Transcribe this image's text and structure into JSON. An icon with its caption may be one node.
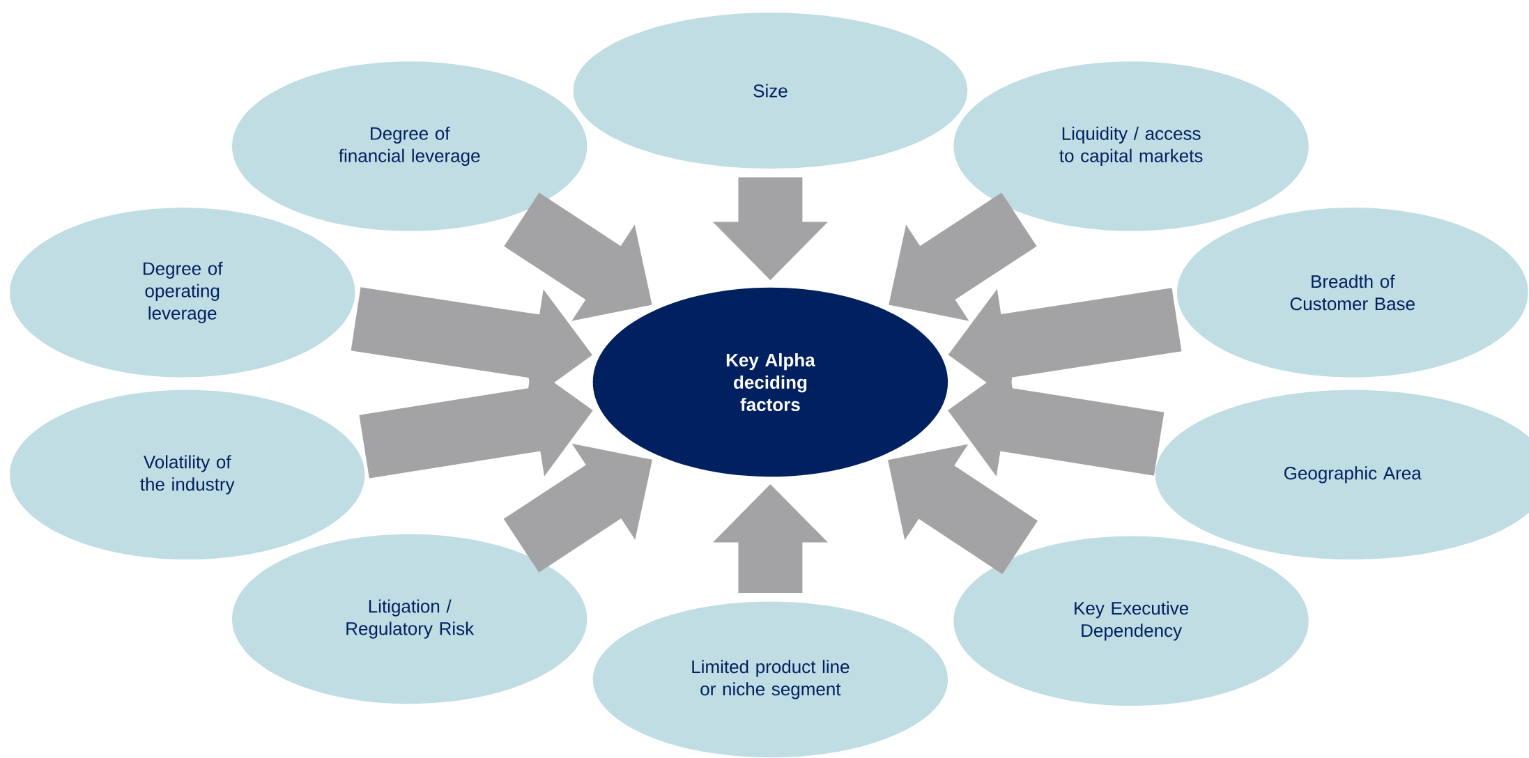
{
  "diagram": {
    "nodes": [
      {
        "text": [
          "Size"
        ]
      },
      {
        "text": [
          "Degree of financial leverage"
        ]
      },
      {
        "text": [
          "Liquidity / access to capital markets"
        ]
      },
      {
        "text": [
          "Degree of operating leverage"
        ]
      },
      {
        "text": [
          "Breadth of Customer Base"
        ]
      },
      {
        "text": [
          "Key Alpha deciding factors"
        ]
      },
      {
        "text": [
          "Volatility of the industry"
        ]
      },
      {
        "text": [
          "Geographic Area"
        ]
      },
      {
        "text": [
          "Litigation / Regulatory Risk"
        ]
      },
      {
        "text": [
          "Key Executive Dependency"
        ]
      },
      {
        "text": [
          "Limited product line or niche segment"
        ]
      }
    ],
    "edges": [
      {
        "from": 0,
        "to": 5,
        "arrow": "to"
      },
      {
        "from": 1,
        "to": 5,
        "arrow": "to"
      },
      {
        "from": 2,
        "to": 5,
        "arrow": "to"
      },
      {
        "from": 3,
        "to": 5,
        "arrow": "to"
      },
      {
        "from": 4,
        "to": 5,
        "arrow": "to"
      },
      {
        "from": 6,
        "to": 5,
        "arrow": "to"
      },
      {
        "from": 7,
        "to": 5,
        "arrow": "to"
      },
      {
        "from": 8,
        "to": 5,
        "arrow": "to"
      },
      {
        "from": 9,
        "to": 5,
        "arrow": "to"
      },
      {
        "from": 10,
        "to": 5,
        "arrow": "to"
      }
    ]
  }
}
